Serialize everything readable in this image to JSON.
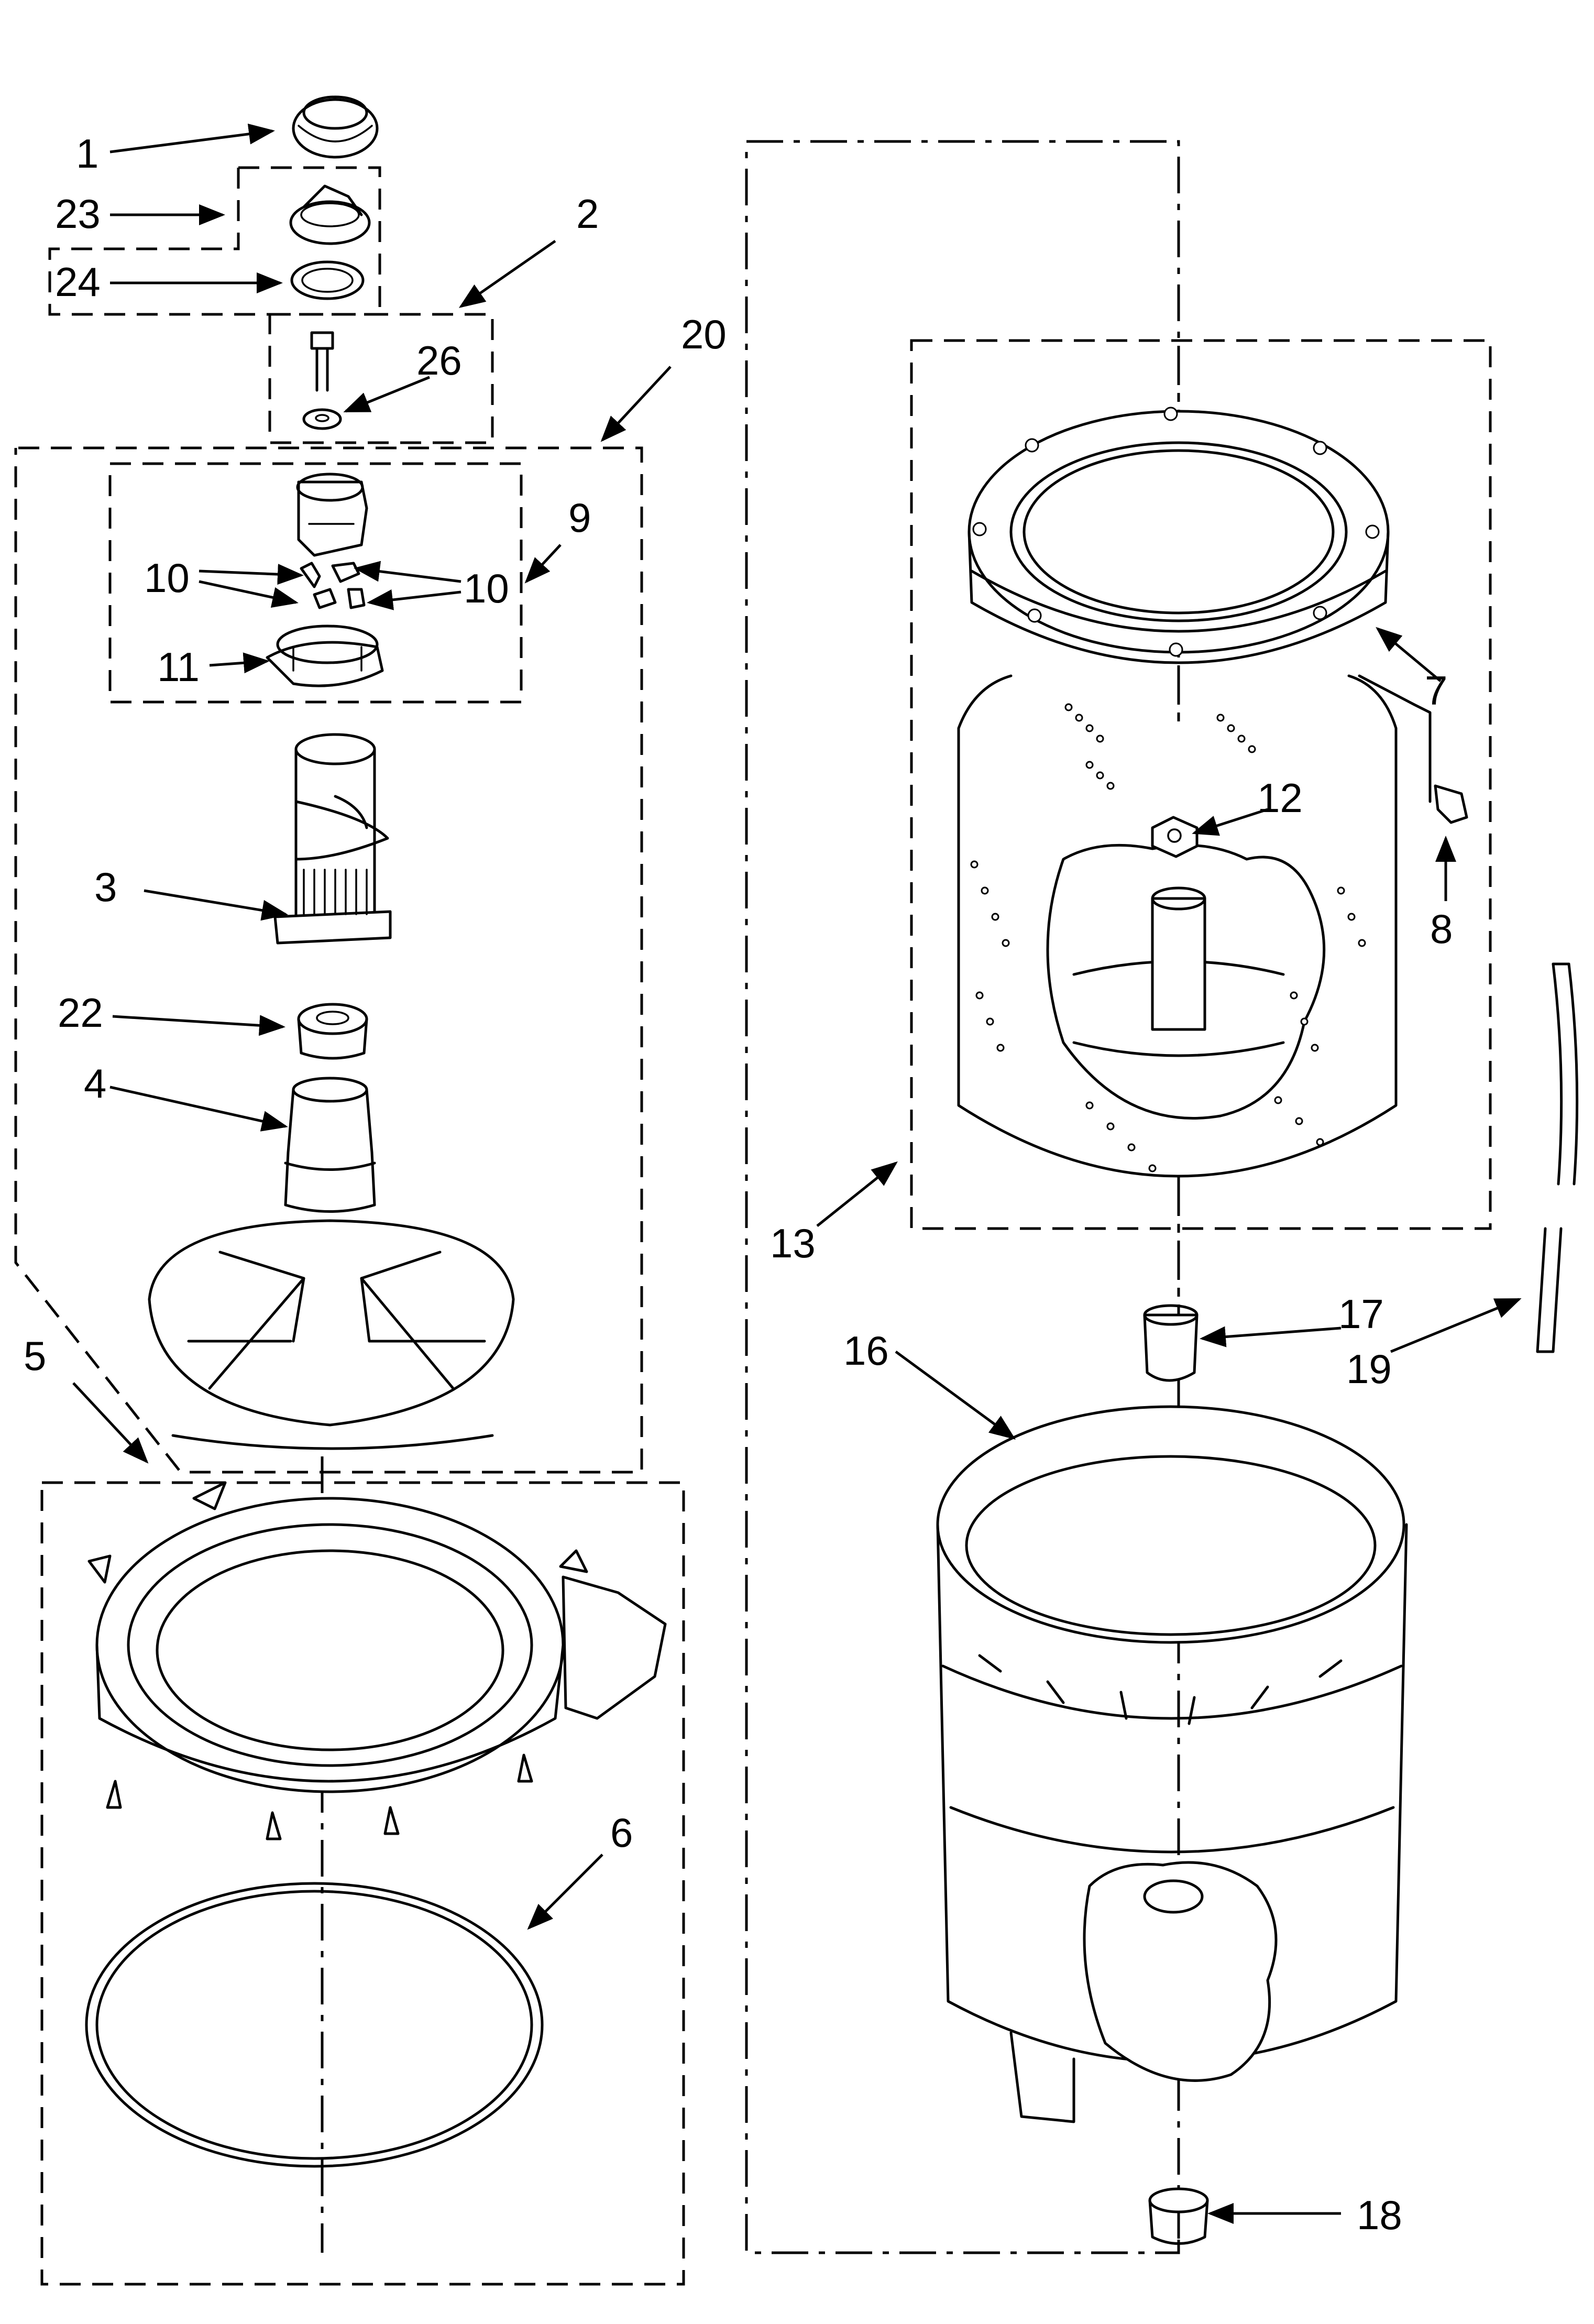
{
  "callouts": {
    "c1": "1",
    "c2": "2",
    "c3": "3",
    "c4": "4",
    "c5": "5",
    "c6": "6",
    "c7": "7",
    "c8": "8",
    "c9": "9",
    "c10a": "10",
    "c10b": "10",
    "c11": "11",
    "c12": "12",
    "c13": "13",
    "c16": "16",
    "c17": "17",
    "c18": "18",
    "c19": "19",
    "c20": "20",
    "c22": "22",
    "c23": "23",
    "c24": "24",
    "c26": "26"
  }
}
